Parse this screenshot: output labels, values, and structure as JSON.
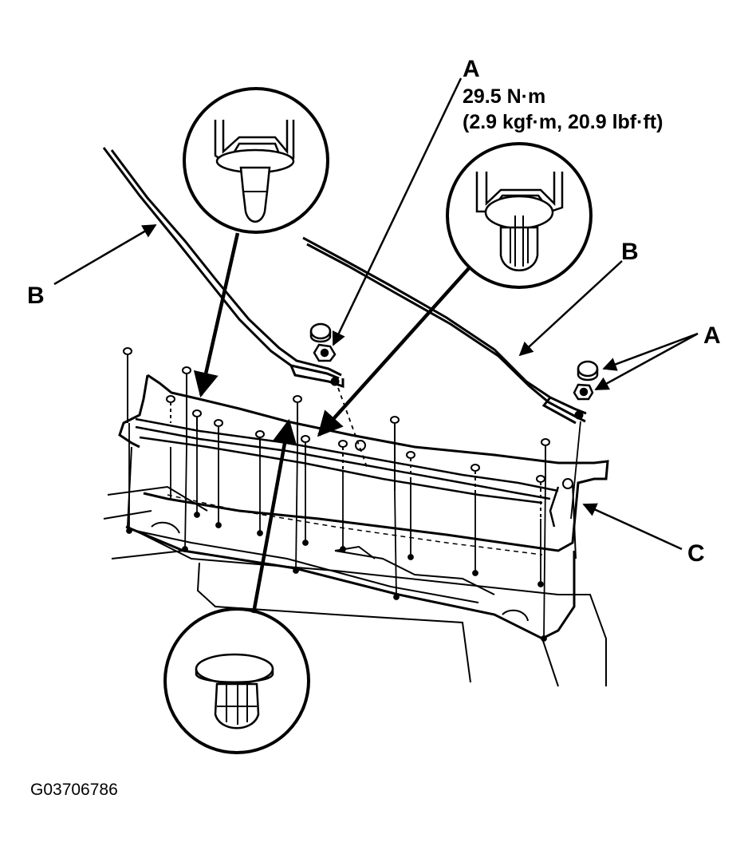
{
  "callouts": {
    "a_top": "A",
    "torque_line1": "29.5 N·m",
    "torque_line2": "(2.9 kgf·m, 20.9 lbf·ft)",
    "b_left": "B",
    "b_right": "B",
    "a_right": "A",
    "c": "C"
  },
  "figure_id": "G03706786",
  "colors": {
    "ink": "#000000",
    "paper": "#ffffff"
  }
}
